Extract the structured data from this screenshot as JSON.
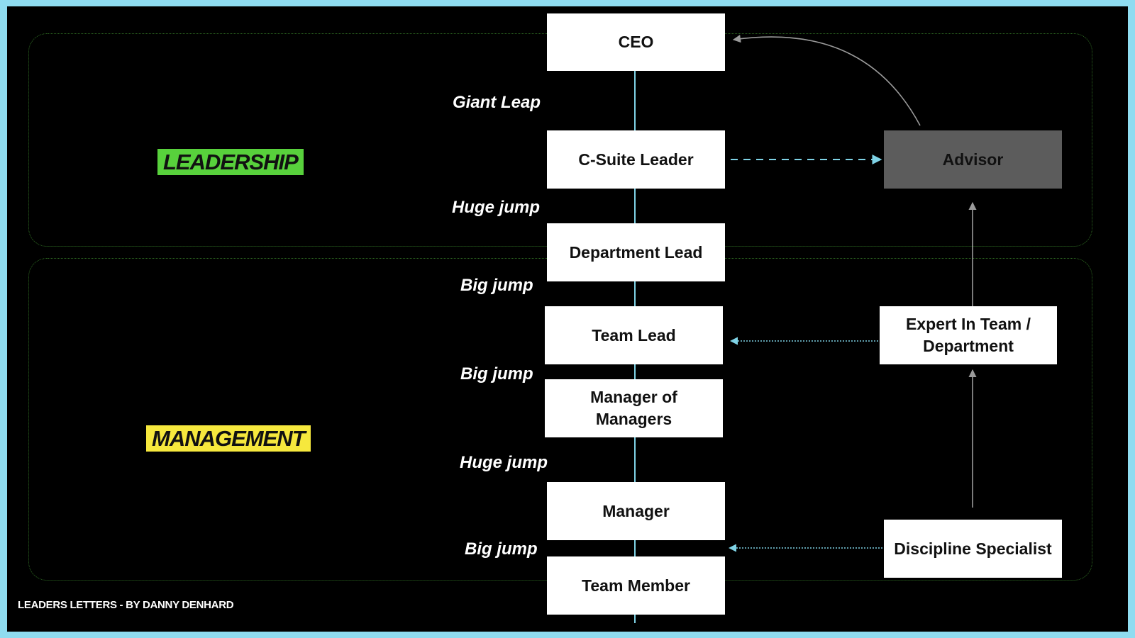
{
  "regions": {
    "leadership": {
      "label": "LEADERSHIP",
      "color": "#58d13c"
    },
    "management": {
      "label": "MANAGEMENT",
      "color": "#f6e83d"
    }
  },
  "ladder": [
    {
      "id": "ceo",
      "label": "CEO"
    },
    {
      "id": "c-suite-leader",
      "label": "C-Suite Leader"
    },
    {
      "id": "department-lead",
      "label": "Department Lead"
    },
    {
      "id": "team-lead",
      "label": "Team Lead"
    },
    {
      "id": "manager-of-managers",
      "label": "Manager of Managers"
    },
    {
      "id": "manager",
      "label": "Manager"
    },
    {
      "id": "team-member",
      "label": "Team Member"
    }
  ],
  "jumps": [
    {
      "from": "c-suite-leader",
      "to": "ceo",
      "label": "Giant Leap"
    },
    {
      "from": "department-lead",
      "to": "c-suite-leader",
      "label": "Huge jump"
    },
    {
      "from": "team-lead",
      "to": "department-lead",
      "label": "Big jump"
    },
    {
      "from": "manager-of-managers",
      "to": "team-lead",
      "label": "Big jump"
    },
    {
      "from": "manager",
      "to": "manager-of-managers",
      "label": "Huge jump"
    },
    {
      "from": "team-member",
      "to": "manager",
      "label": "Big jump"
    }
  ],
  "specialist_track": [
    {
      "id": "advisor",
      "label": "Advisor"
    },
    {
      "id": "expert",
      "label": "Expert In Team / Department"
    },
    {
      "id": "discipline-specialist",
      "label": "Discipline Specialist"
    }
  ],
  "connections": [
    {
      "from": "c-suite-leader",
      "to": "advisor",
      "style": "dashed"
    },
    {
      "from": "advisor",
      "to": "ceo",
      "style": "curved"
    },
    {
      "from": "expert",
      "to": "advisor",
      "style": "solid"
    },
    {
      "from": "discipline-specialist",
      "to": "expert",
      "style": "solid"
    },
    {
      "from": "expert",
      "to": "team-lead",
      "style": "dotted"
    },
    {
      "from": "discipline-specialist",
      "to": "manager",
      "style": "dotted"
    }
  ],
  "footer": "LEADERS LETTERS - BY DANNY DENHARD",
  "colors": {
    "ladder_line": "#7fd3e6",
    "arrow_gray": "#9a9a9a",
    "background": "#000000",
    "frame": "#8fdcf0"
  }
}
